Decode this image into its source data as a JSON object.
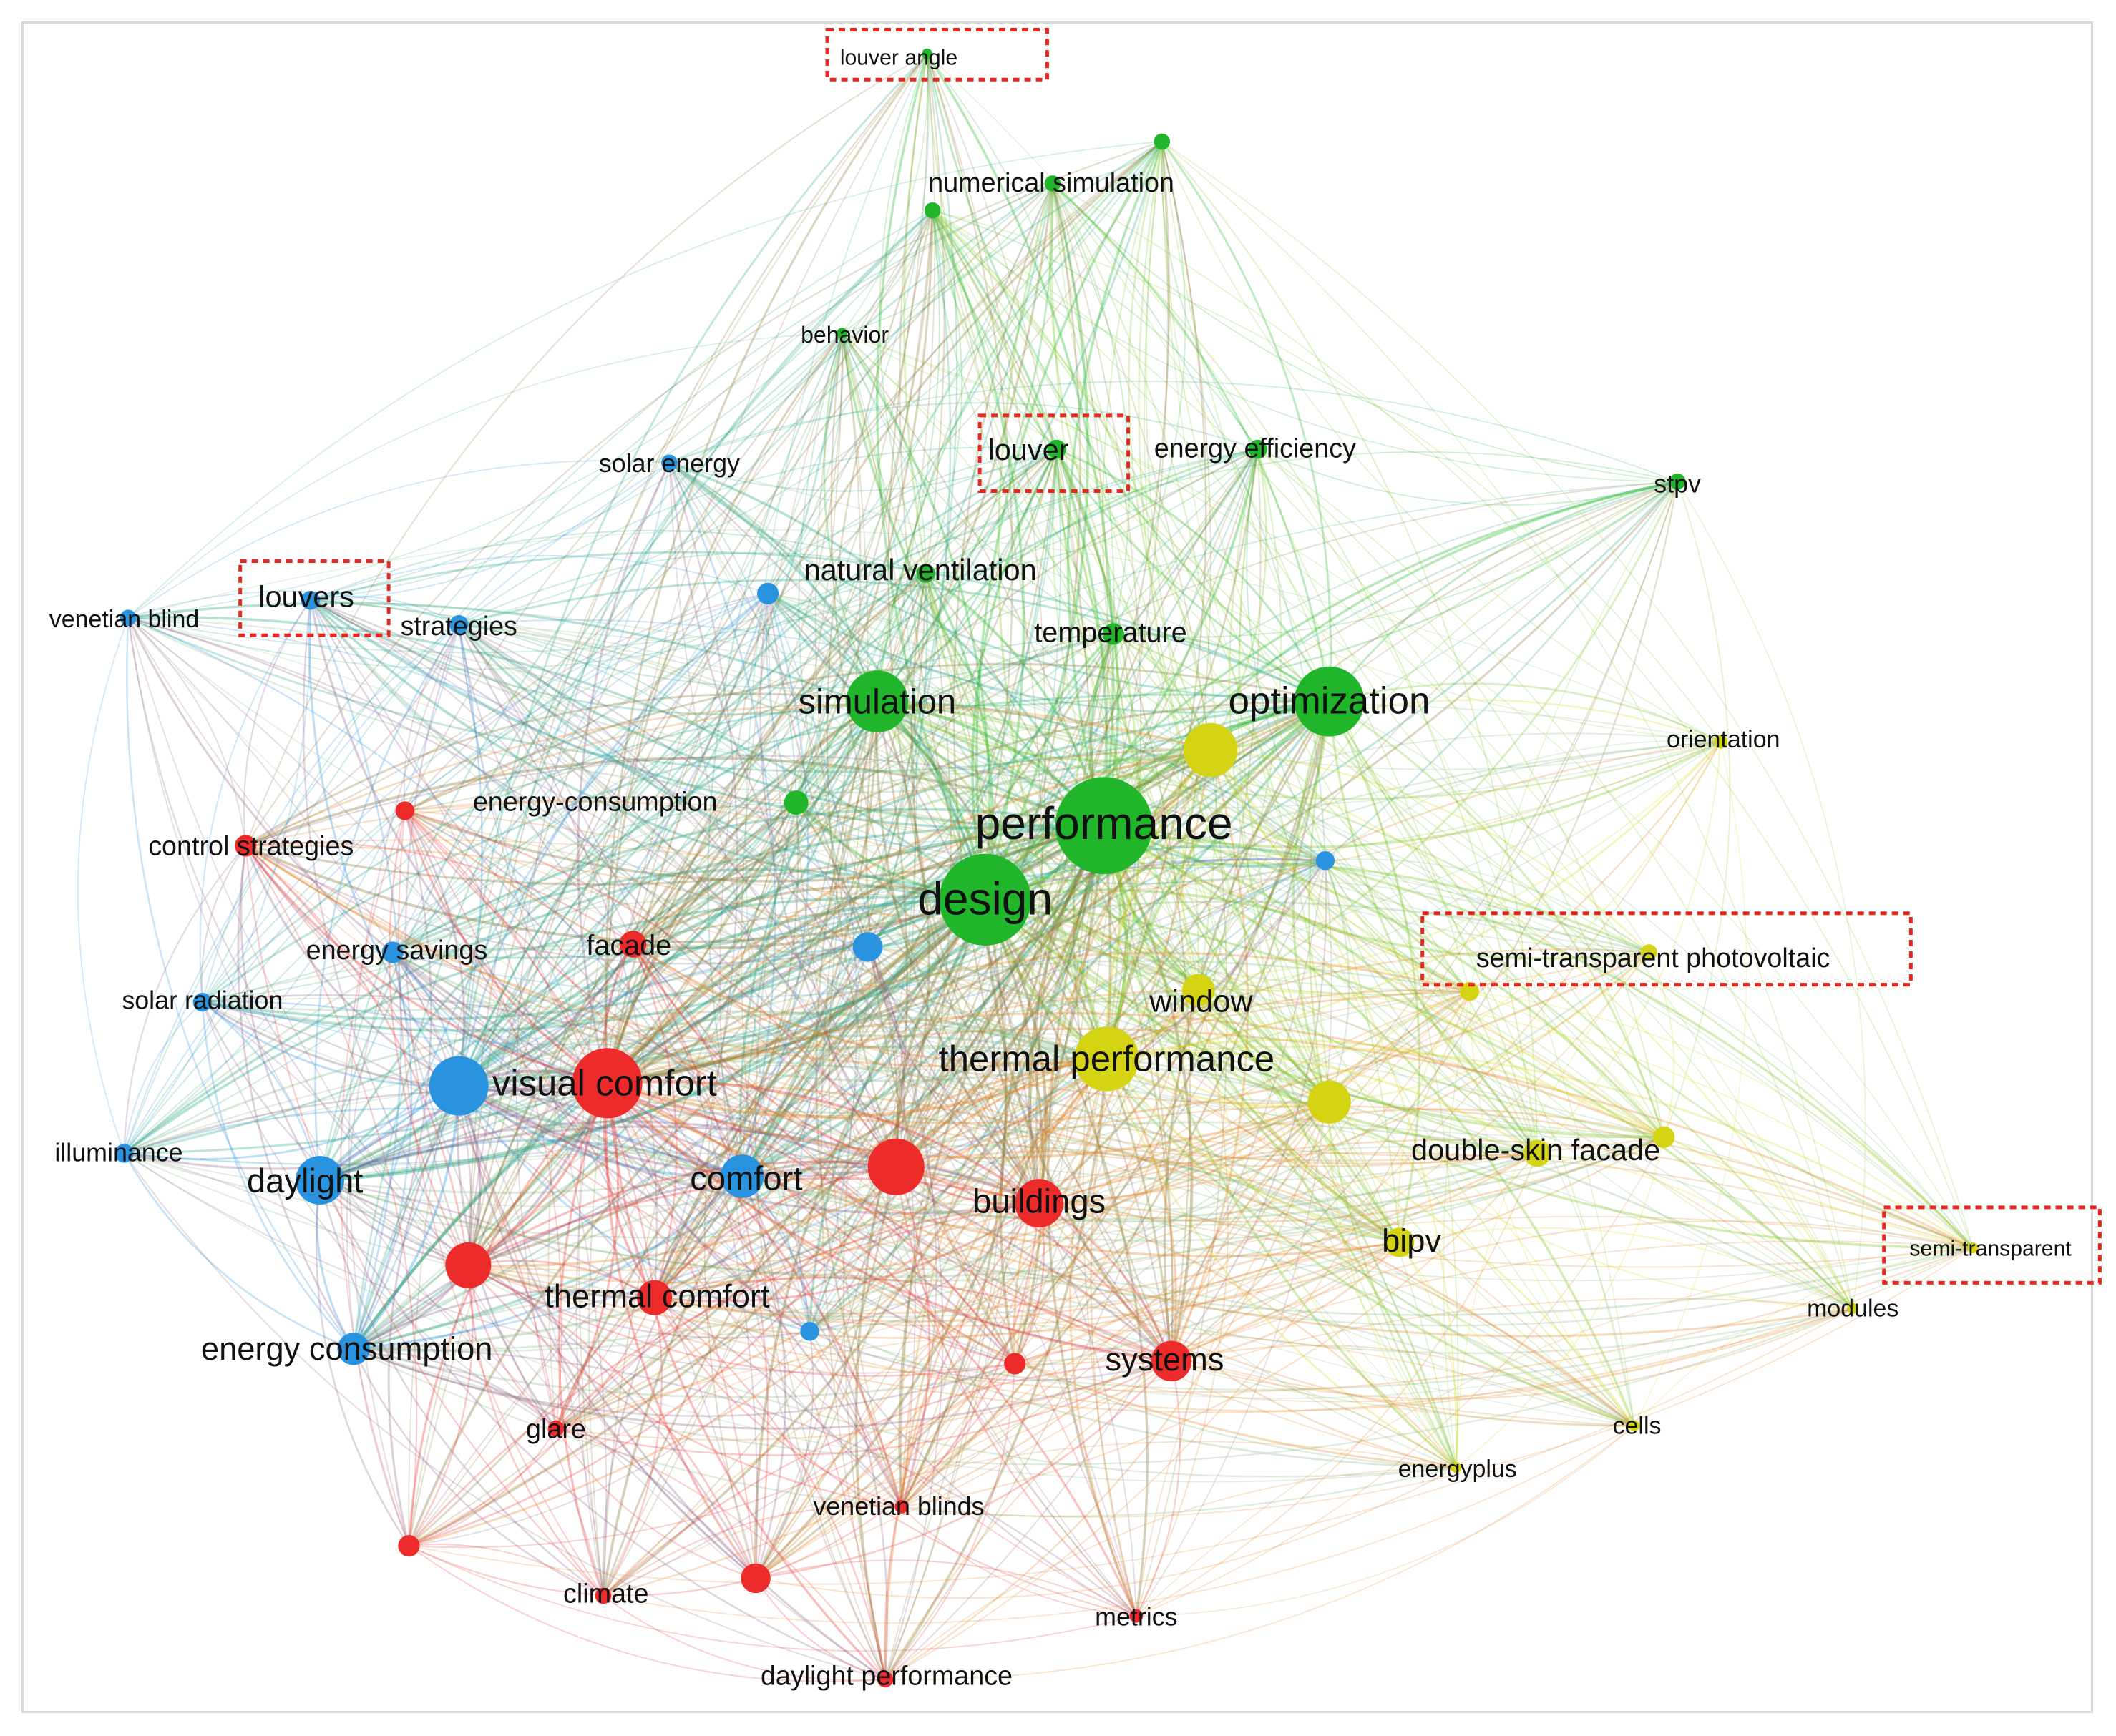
{
  "colors": {
    "red": "#ee2b2b",
    "green": "#20b52a",
    "blue": "#2a93e0",
    "yellow": "#d4d414",
    "highlight": "#e8281e",
    "label": "#111111"
  },
  "keywords": [
    {
      "id": "performance",
      "label": "performance",
      "cluster": "green",
      "weight": 10
    },
    {
      "id": "design",
      "label": "design",
      "cluster": "green",
      "weight": 10
    },
    {
      "id": "simulation",
      "label": "simulation",
      "cluster": "green",
      "weight": 6
    },
    {
      "id": "optimization",
      "label": "optimization",
      "cluster": "green",
      "weight": 7
    },
    {
      "id": "numerical-simulation",
      "label": "numerical simulation",
      "cluster": "green",
      "weight": 2
    },
    {
      "id": "louver-angle",
      "label": "louver angle",
      "cluster": "green",
      "weight": 1
    },
    {
      "id": "behavior",
      "label": "behavior",
      "cluster": "green",
      "weight": 1
    },
    {
      "id": "louver",
      "label": "louver",
      "cluster": "green",
      "weight": 2
    },
    {
      "id": "energy-efficiency",
      "label": "energy efficiency",
      "cluster": "green",
      "weight": 2
    },
    {
      "id": "stpv",
      "label": "stpv",
      "cluster": "green",
      "weight": 1
    },
    {
      "id": "natural-ventilation",
      "label": "natural ventilation",
      "cluster": "green",
      "weight": 2
    },
    {
      "id": "temperature",
      "label": "temperature",
      "cluster": "green",
      "weight": 2
    },
    {
      "id": "solar-energy",
      "label": "solar energy",
      "cluster": "blue",
      "weight": 2
    },
    {
      "id": "louvers",
      "label": "louvers",
      "cluster": "blue",
      "weight": 2
    },
    {
      "id": "venetian-blind",
      "label": "venetian blind",
      "cluster": "blue",
      "weight": 1
    },
    {
      "id": "strategies",
      "label": "strategies",
      "cluster": "blue",
      "weight": 2
    },
    {
      "id": "energy-savings",
      "label": "energy savings",
      "cluster": "blue",
      "weight": 2
    },
    {
      "id": "solar-radiation",
      "label": "solar radiation",
      "cluster": "blue",
      "weight": 2
    },
    {
      "id": "illuminance",
      "label": "illuminance",
      "cluster": "blue",
      "weight": 2
    },
    {
      "id": "daylight",
      "label": "daylight",
      "cluster": "blue",
      "weight": 5
    },
    {
      "id": "visual-comfort-blue",
      "label": "",
      "cluster": "blue",
      "weight": 7
    },
    {
      "id": "comfort",
      "label": "comfort",
      "cluster": "blue",
      "weight": 5
    },
    {
      "id": "energy-consumption",
      "label": "energy consumption",
      "cluster": "blue",
      "weight": 5
    },
    {
      "id": "energy-consumption-hyphen",
      "label": "energy-consumption",
      "cluster": "red",
      "weight": 2
    },
    {
      "id": "control-strategies",
      "label": "control strategies",
      "cluster": "red",
      "weight": 3
    },
    {
      "id": "facade",
      "label": "facade",
      "cluster": "red",
      "weight": 3
    },
    {
      "id": "visual-comfort",
      "label": "visual comfort",
      "cluster": "red",
      "weight": 8
    },
    {
      "id": "thermal-comfort",
      "label": "thermal comfort",
      "cluster": "red",
      "weight": 4
    },
    {
      "id": "buildings",
      "label": "buildings",
      "cluster": "red",
      "weight": 5
    },
    {
      "id": "systems",
      "label": "systems",
      "cluster": "red",
      "weight": 4
    },
    {
      "id": "glare",
      "label": "glare",
      "cluster": "red",
      "weight": 2
    },
    {
      "id": "climate",
      "label": "climate",
      "cluster": "red",
      "weight": 2
    },
    {
      "id": "venetian-blinds",
      "label": "venetian blinds",
      "cluster": "red",
      "weight": 2
    },
    {
      "id": "daylight-performance",
      "label": "daylight performance",
      "cluster": "red",
      "weight": 2
    },
    {
      "id": "metrics",
      "label": "metrics",
      "cluster": "red",
      "weight": 1
    },
    {
      "id": "thermal-performance",
      "label": "thermal performance",
      "cluster": "yellow",
      "weight": 7
    },
    {
      "id": "window",
      "label": "window",
      "cluster": "yellow",
      "weight": 3
    },
    {
      "id": "semi-transparent-photovoltaic",
      "label": "semi-transparent photovoltaic",
      "cluster": "yellow",
      "weight": 2
    },
    {
      "id": "double-skin-facade",
      "label": "double-skin facade",
      "cluster": "yellow",
      "weight": 3
    },
    {
      "id": "bipv",
      "label": "bipv",
      "cluster": "yellow",
      "weight": 3
    },
    {
      "id": "semi-transparent",
      "label": "semi-transparent",
      "cluster": "yellow",
      "weight": 1
    },
    {
      "id": "orientation",
      "label": "orientation",
      "cluster": "yellow",
      "weight": 1
    },
    {
      "id": "modules",
      "label": "modules",
      "cluster": "yellow",
      "weight": 1
    },
    {
      "id": "cells",
      "label": "cells",
      "cluster": "yellow",
      "weight": 1
    },
    {
      "id": "energyplus",
      "label": "energyplus",
      "cluster": "yellow",
      "weight": 1
    }
  ],
  "highlighted_terms": [
    "louver angle",
    "louver",
    "louvers",
    "semi-transparent photovoltaic",
    "semi-transparent"
  ]
}
